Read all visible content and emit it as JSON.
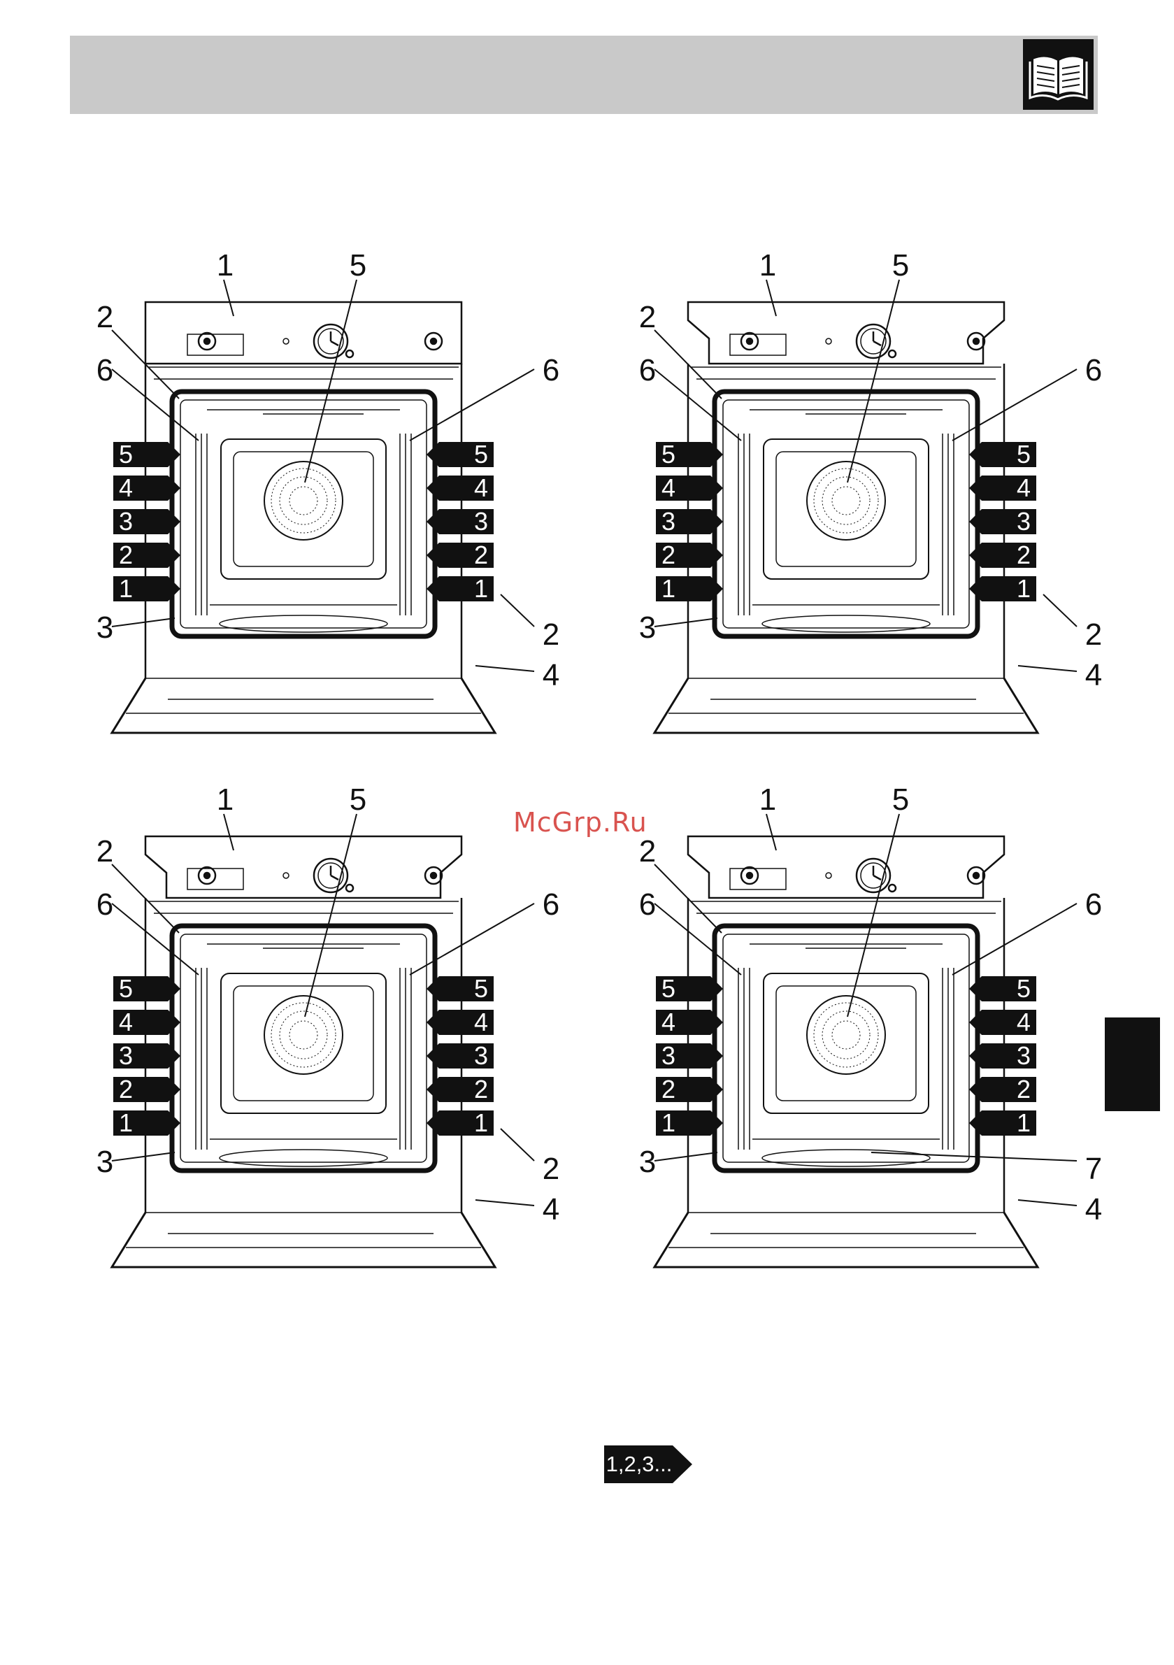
{
  "watermark": "McGrp.Ru",
  "sequence_badge": "1,2,3...",
  "figures": [
    {
      "callouts": {
        "c1": "1",
        "c5": "5",
        "c2a": "2",
        "c6a": "6",
        "c6b": "6",
        "c3": "3",
        "c2b": "2",
        "c4": "4"
      },
      "shelves": [
        "5",
        "4",
        "3",
        "2",
        "1"
      ],
      "has_grill": false
    },
    {
      "callouts": {
        "c1": "1",
        "c5": "5",
        "c2a": "2",
        "c6a": "6",
        "c6b": "6",
        "c3": "3",
        "c2b": "2",
        "c4": "4"
      },
      "shelves": [
        "5",
        "4",
        "3",
        "2",
        "1"
      ],
      "has_grill": false
    },
    {
      "callouts": {
        "c1": "1",
        "c5": "5",
        "c2a": "2",
        "c6a": "6",
        "c6b": "6",
        "c3": "3",
        "c2b": "2",
        "c4": "4"
      },
      "shelves": [
        "5",
        "4",
        "3",
        "2",
        "1"
      ],
      "has_grill": false
    },
    {
      "callouts": {
        "c1": "1",
        "c5": "5",
        "c2a": "2",
        "c6a": "6",
        "c6b": "6",
        "c3": "3",
        "c7": "7",
        "c4": "4"
      },
      "shelves": [
        "5",
        "4",
        "3",
        "2",
        "1"
      ],
      "has_grill": true
    }
  ],
  "colors": {
    "header": "#c9c9c9",
    "ink": "#111111",
    "watermark": "#d9534f"
  }
}
